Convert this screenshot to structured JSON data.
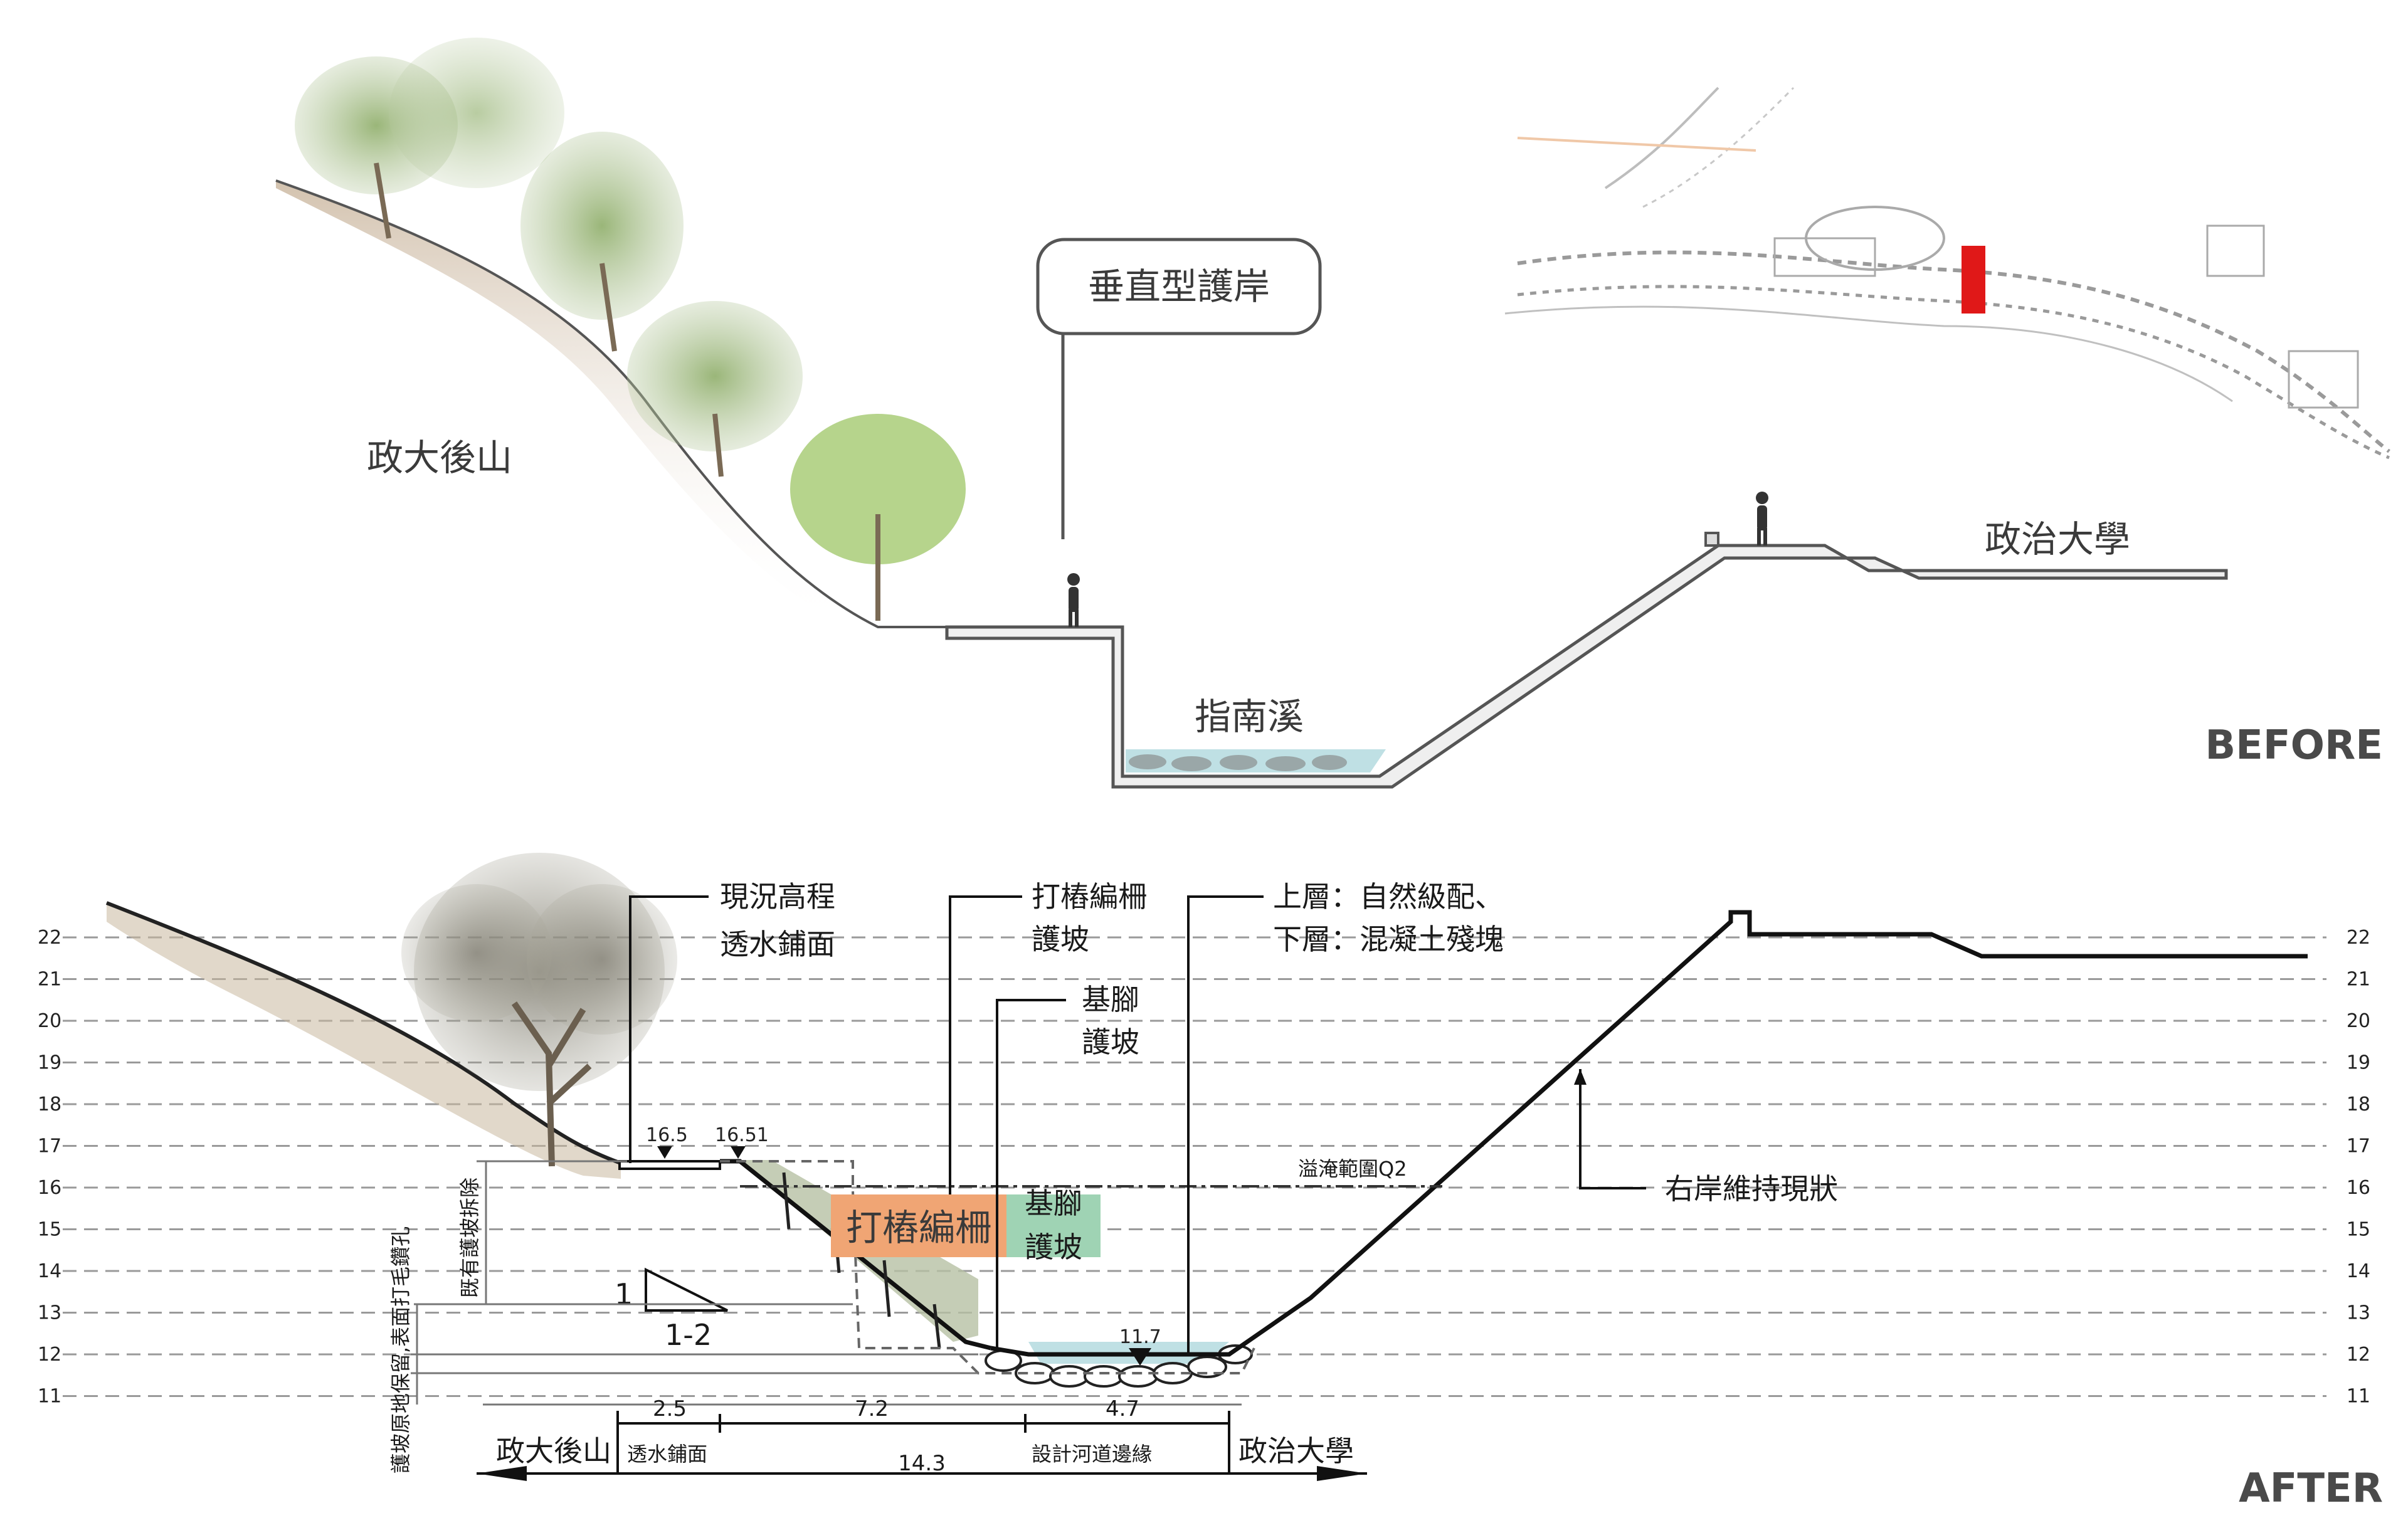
{
  "before": {
    "badge": "BEFORE",
    "callout": "垂直型護岸",
    "left_label": "政大後山",
    "stream_label": "指南溪",
    "right_label": "政治大學"
  },
  "after": {
    "badge": "AFTER",
    "elevation_ticks": [
      "22",
      "21",
      "20",
      "19",
      "18",
      "17",
      "16",
      "15",
      "14",
      "13",
      "12",
      "11"
    ],
    "callouts": {
      "existing_elev": "現況高程",
      "permeable_pave": "透水鋪面",
      "pile_fence_1": "打樁編柵",
      "pile_fence_2": "護坡",
      "footing_1": "基腳",
      "footing_2": "護坡",
      "layer_top": "上層：自然級配、",
      "layer_bottom": "下層：混凝土殘塊",
      "right_bank": "右岸維持現狀",
      "flood_q2": "溢淹範圍Q2"
    },
    "tags": {
      "orange_tag": "打樁編柵",
      "green_tag_1": "基腳",
      "green_tag_2": "護坡"
    },
    "levels": {
      "lv1": "16.5",
      "lv2": "16.51",
      "lv3": "11.7"
    },
    "slope": {
      "rise": "1",
      "run": "1-2"
    },
    "vertical_notes": {
      "remove": "既有護坡拆除",
      "keep": "護坡原地保留,表面打毛鑽孔"
    },
    "dims": {
      "d1": "2.5",
      "d2": "7.2",
      "d3": "4.7",
      "d_total": "14.3",
      "zone_left": "政大後山",
      "zone_pave": "透水鋪面",
      "zone_channel": "設計河道邊緣",
      "zone_right": "政治大學"
    },
    "colors": {
      "orange": "#f0a574",
      "green": "#9fd3b4",
      "water": "#bfe0e4",
      "red_marker": "#e01818"
    }
  }
}
